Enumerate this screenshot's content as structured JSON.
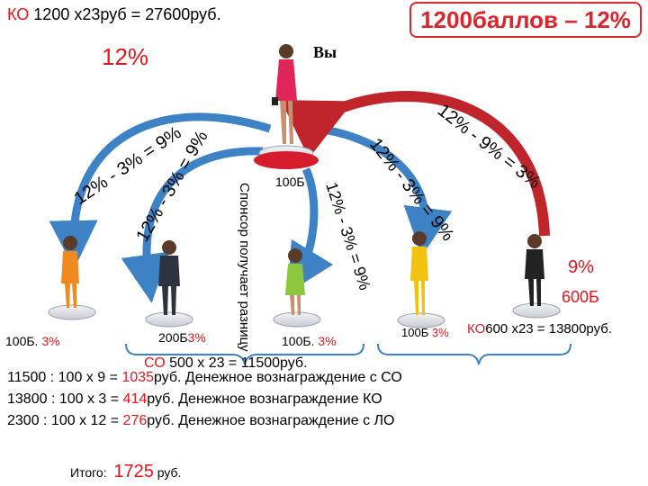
{
  "header": {
    "formula_ko": "КО",
    "formula_rest": " 1200 х23руб = 27600руб.",
    "box_text": "1200баллов – 12%"
  },
  "left_percent": "12%",
  "you_label": "Вы",
  "platform_label": "100Б",
  "sponsor_label": "Спонсор получает разницу",
  "arcs": {
    "outer_left": "12% - 3% = 9%",
    "inner_left": "12% - 3% = 9%",
    "center": "12% - 3% = 9%",
    "inner_right": "12% - 3% = 9%",
    "outer_right": "12% - 9% = 3%"
  },
  "people": {
    "p1": {
      "points": "100Б.",
      "percent": "3%"
    },
    "p2": {
      "points": "200Б",
      "percent": "3%"
    },
    "p3": {
      "points": "100Б.",
      "percent": "3%"
    },
    "p4": {
      "points": "100Б",
      "percent": "3%"
    },
    "p5": {
      "percent": "9%",
      "points": "600Б"
    }
  },
  "ko_line2": {
    "ko": "КО",
    "rest": "600 х23 = 13800руб."
  },
  "co_line": {
    "co": "СО",
    "rest": " 500 х 23 = 11500руб."
  },
  "calc": [
    {
      "pre": "11500 : 100 х 9 = ",
      "amount": "1035",
      "post": "руб. Денежное вознаграждение с СО"
    },
    {
      "pre": "13800 : 100 х 3 = ",
      "amount": "414",
      "post": "руб. Денежное вознаграждение КО"
    },
    {
      "pre": "2300 : 100 х 12 = ",
      "amount": "276",
      "post": "руб. Денежное вознаграждение с ЛО"
    }
  ],
  "total": {
    "label": "Итого:",
    "amount": "1725",
    "unit": "руб."
  },
  "colors": {
    "accent_red": "#e8141c",
    "arrow_blue": "#3d82c4",
    "arrow_red": "#c0252b"
  }
}
